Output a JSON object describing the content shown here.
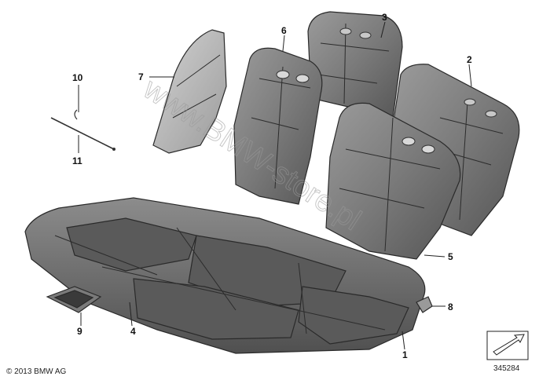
{
  "watermark": "www.BMW-store.pl",
  "copyright": "© 2013 BMW AG",
  "drawing_number": "345284",
  "callouts": [
    {
      "id": "c1",
      "label": "1"
    },
    {
      "id": "c2",
      "label": "2"
    },
    {
      "id": "c3",
      "label": "3"
    },
    {
      "id": "c4",
      "label": "4"
    },
    {
      "id": "c5",
      "label": "5"
    },
    {
      "id": "c6",
      "label": "6"
    },
    {
      "id": "c7",
      "label": "7"
    },
    {
      "id": "c8",
      "label": "8"
    },
    {
      "id": "c9",
      "label": "9"
    },
    {
      "id": "c10",
      "label": "10"
    },
    {
      "id": "c11",
      "label": "11"
    }
  ],
  "colors": {
    "upholstery_light": "#8a8a8a",
    "upholstery_mid": "#6e6e6e",
    "upholstery_dark": "#4a4a4a",
    "foam": "#b9b9b9"
  }
}
